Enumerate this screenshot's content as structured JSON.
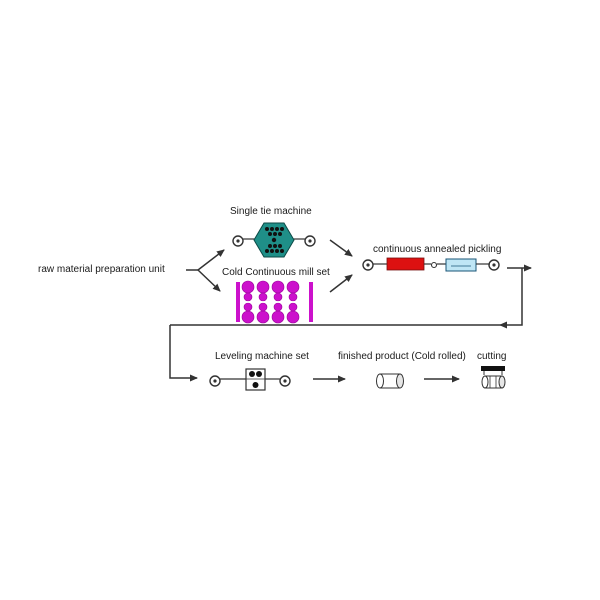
{
  "labels": {
    "raw_material": "raw material preparation unit",
    "single_tie": "Single tie machine",
    "cold_mill": "Cold Continuous mill set",
    "annealed_pickling": "continuous annealed pickling",
    "leveling": "Leveling machine set",
    "finished_product": "finished product (Cold rolled)",
    "cutting": "cutting"
  },
  "colors": {
    "line": "#333333",
    "hexagon": "#1f8f88",
    "mill_rolls": "#cc11cc",
    "furnace": "#dd1111",
    "pickling_tank": "#bfe6f5"
  }
}
